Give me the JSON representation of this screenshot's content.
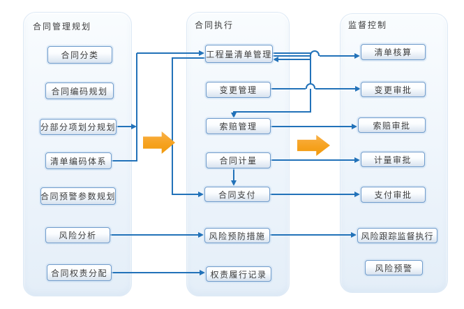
{
  "diagram": {
    "title_hint": "contract management workflow diagram",
    "columns": [
      {
        "title": "合同管理规划",
        "boxes": [
          {
            "label": "合同分类"
          },
          {
            "label": "合同编码规划"
          },
          {
            "label": "分部分项划分规划"
          },
          {
            "label": "清单编码体系"
          },
          {
            "label": "合同预警参数规划"
          },
          {
            "label": "风险分析"
          },
          {
            "label": "合同权责分配"
          }
        ]
      },
      {
        "title": "合同执行",
        "boxes": [
          {
            "label": "工程量清单管理"
          },
          {
            "label": "变更管理"
          },
          {
            "label": "索赔管理"
          },
          {
            "label": "合同计量"
          },
          {
            "label": "合同支付"
          },
          {
            "label": "风险预防措施"
          },
          {
            "label": "权责履行记录"
          }
        ]
      },
      {
        "title": "监督控制",
        "boxes": [
          {
            "label": "清单核算"
          },
          {
            "label": "变更审批"
          },
          {
            "label": "索赔审批"
          },
          {
            "label": "计量审批"
          },
          {
            "label": "支付审批"
          },
          {
            "label": "风险跟踪监督执行"
          },
          {
            "label": "风险预警"
          }
        ]
      }
    ],
    "stage_flow": [
      "合同管理规划",
      "合同执行",
      "监督控制"
    ],
    "flows": [
      {
        "from": "分部分项划分规划",
        "to": "工程量清单管理"
      },
      {
        "from": "清单编码体系",
        "to": "工程量清单管理"
      },
      {
        "from": "工程量清单管理",
        "to": "清单核算"
      },
      {
        "from": "工程量清单管理",
        "to": "索赔管理"
      },
      {
        "from": "trunk",
        "to": "工程量清单管理",
        "note": "feedback arrow"
      },
      {
        "from": "工程量清单管理",
        "to": "合同支付"
      },
      {
        "from": "变更管理",
        "to": "变更审批"
      },
      {
        "from": "索赔管理",
        "to": "索赔审批"
      },
      {
        "from": "合同计量",
        "to": "计量审批"
      },
      {
        "from": "合同计量",
        "to": "合同支付"
      },
      {
        "from": "合同支付",
        "to": "支付审批"
      },
      {
        "from": "风险分析",
        "to": "风险预防措施"
      },
      {
        "from": "风险预防措施",
        "to": "风险跟踪监督执行"
      },
      {
        "from": "合同权责分配",
        "to": "权责履行记录"
      }
    ],
    "colors": {
      "connector": "#2272b9",
      "orange_arrow": "#f6a21f",
      "box_border": "#6f9bcb",
      "panel_fill": "#eef5fc",
      "text": "#3d3d3d",
      "background": "#ffffff"
    }
  }
}
